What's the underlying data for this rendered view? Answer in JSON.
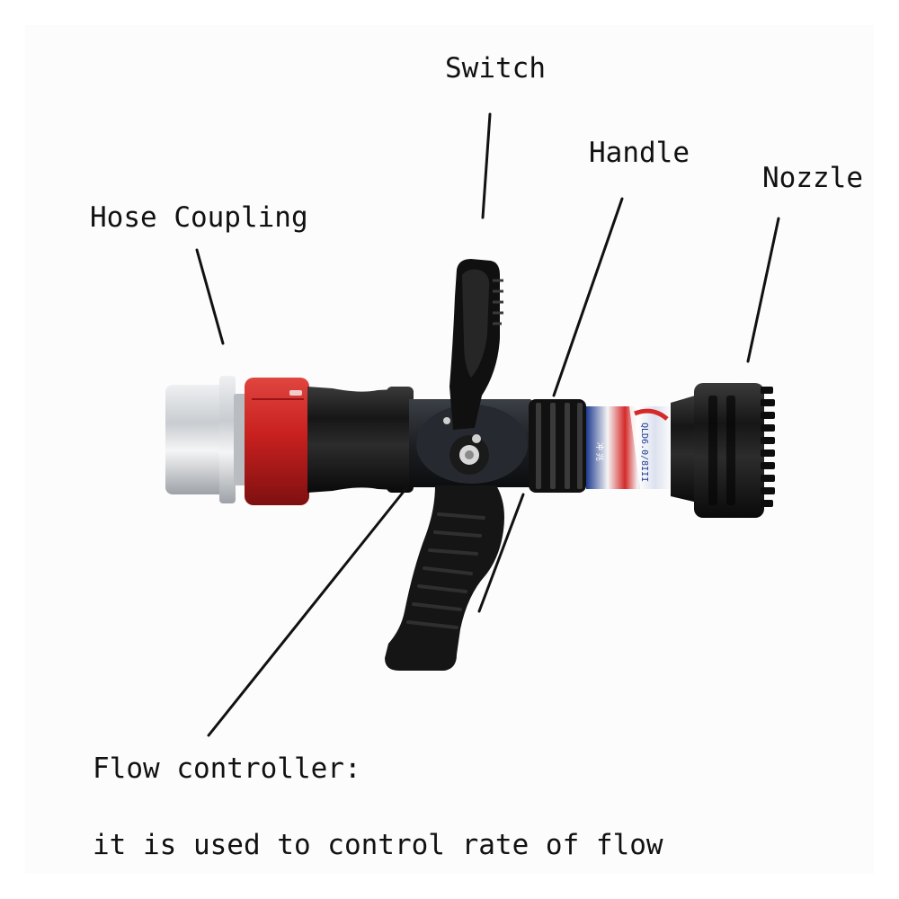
{
  "labels": {
    "switch": "Switch",
    "handle": "Handle",
    "nozzle": "Nozzle",
    "hose_coupling": "Hose Coupling",
    "flow_controller_title": "Flow controller:",
    "flow_controller_desc": "it is used to control rate of flow"
  },
  "product_markings": {
    "band_text_1": "QLD6.0/8III",
    "band_text_2": "冲 兆"
  },
  "colors": {
    "coupling_silver": "#c9ccd0",
    "coupling_red": "#c8201f",
    "body_black": "#141414",
    "band_blue": "#1d3a8f",
    "band_red": "#d42a2a",
    "leader_line": "#111111"
  }
}
